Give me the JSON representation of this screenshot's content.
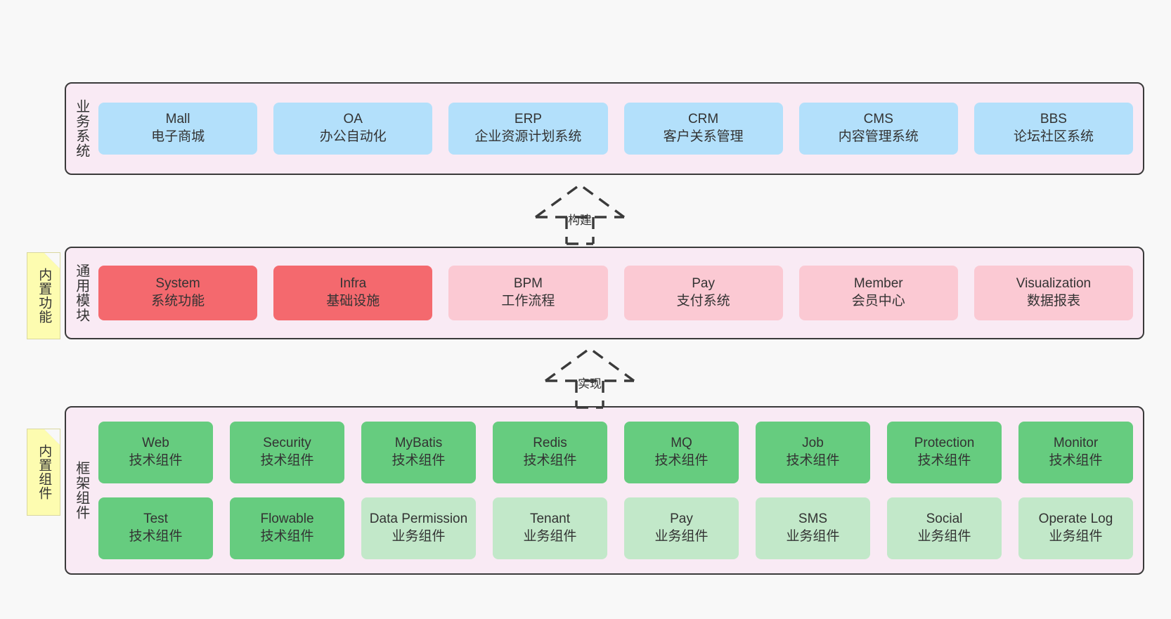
{
  "diagram": {
    "title": "ruoyi-vue-pro architecture layers",
    "background": "#f8f8f8"
  },
  "colors": {
    "layer_bg": "#f9eaf4",
    "layer_border": "#3a3a3a",
    "business_node": "#b3e0fb",
    "module_core": "#f4696e",
    "module_optional": "#fbc9d3",
    "tech_component": "#66cc7f",
    "biz_component": "#c2e8c9",
    "note_bg": "#fdfcb0",
    "note_fold": "#cfcfcf"
  },
  "layers": {
    "business": {
      "title": "业务系统",
      "nodes": [
        {
          "en": "Mall",
          "cn": "电子商城"
        },
        {
          "en": "OA",
          "cn": "办公自动化"
        },
        {
          "en": "ERP",
          "cn": "企业资源计划系统"
        },
        {
          "en": "CRM",
          "cn": "客户关系管理"
        },
        {
          "en": "CMS",
          "cn": "内容管理系统"
        },
        {
          "en": "BBS",
          "cn": "论坛社区系统"
        }
      ]
    },
    "modules": {
      "title": "通用模块",
      "note": "内置功能",
      "nodes": [
        {
          "en": "System",
          "cn": "系统功能",
          "kind": "core"
        },
        {
          "en": "Infra",
          "cn": "基础设施",
          "kind": "core"
        },
        {
          "en": "BPM",
          "cn": "工作流程",
          "kind": "optional"
        },
        {
          "en": "Pay",
          "cn": "支付系统",
          "kind": "optional"
        },
        {
          "en": "Member",
          "cn": "会员中心",
          "kind": "optional"
        },
        {
          "en": "Visualization",
          "cn": "数据报表",
          "kind": "optional"
        }
      ]
    },
    "framework": {
      "title": "框架组件",
      "note": "内置组件",
      "row1": [
        {
          "en": "Web",
          "cn": "技术组件",
          "kind": "tech"
        },
        {
          "en": "Security",
          "cn": "技术组件",
          "kind": "tech"
        },
        {
          "en": "MyBatis",
          "cn": "技术组件",
          "kind": "tech"
        },
        {
          "en": "Redis",
          "cn": "技术组件",
          "kind": "tech"
        },
        {
          "en": "MQ",
          "cn": "技术组件",
          "kind": "tech"
        },
        {
          "en": "Job",
          "cn": "技术组件",
          "kind": "tech"
        },
        {
          "en": "Protection",
          "cn": "技术组件",
          "kind": "tech"
        },
        {
          "en": "Monitor",
          "cn": "技术组件",
          "kind": "tech"
        }
      ],
      "row2": [
        {
          "en": "Test",
          "cn": "技术组件",
          "kind": "tech"
        },
        {
          "en": "Flowable",
          "cn": "技术组件",
          "kind": "tech"
        },
        {
          "en": "Data Permission",
          "cn": "业务组件",
          "kind": "biz"
        },
        {
          "en": "Tenant",
          "cn": "业务组件",
          "kind": "biz"
        },
        {
          "en": "Pay",
          "cn": "业务组件",
          "kind": "biz"
        },
        {
          "en": "SMS",
          "cn": "业务组件",
          "kind": "biz"
        },
        {
          "en": "Social",
          "cn": "业务组件",
          "kind": "biz"
        },
        {
          "en": "Operate Log",
          "cn": "业务组件",
          "kind": "biz"
        }
      ]
    }
  },
  "connectors": [
    {
      "id": "build",
      "label": "构建",
      "from": "modules",
      "to": "business",
      "style": "dashed-generalization"
    },
    {
      "id": "implement",
      "label": "实现",
      "from": "framework",
      "to": "modules",
      "style": "dashed-generalization"
    }
  ]
}
